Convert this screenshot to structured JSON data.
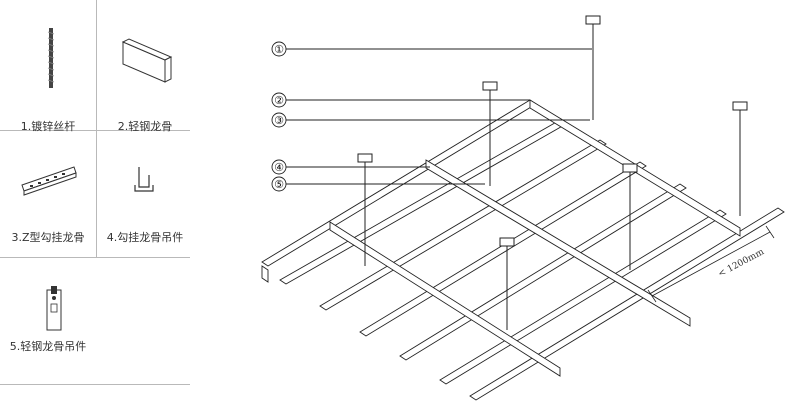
{
  "legend": {
    "items": [
      {
        "label": "1.镀锌丝杆",
        "icon": "threaded-rod-icon"
      },
      {
        "label": "2.轻钢龙骨",
        "icon": "light-steel-keel-icon"
      },
      {
        "label": "3.Z型勾挂龙骨",
        "icon": "z-hook-keel-icon"
      },
      {
        "label": "4.勾挂龙骨吊件",
        "icon": "hook-keel-hanger-icon"
      },
      {
        "label": "5.轻钢龙骨吊件",
        "icon": "steel-keel-hanger-icon"
      }
    ]
  },
  "diagram": {
    "callouts": [
      "①",
      "②",
      "③",
      "④",
      "⑤"
    ],
    "dimension": "< 1200mm"
  },
  "colors": {
    "line": "#222222",
    "divider": "#b9b9b9"
  }
}
